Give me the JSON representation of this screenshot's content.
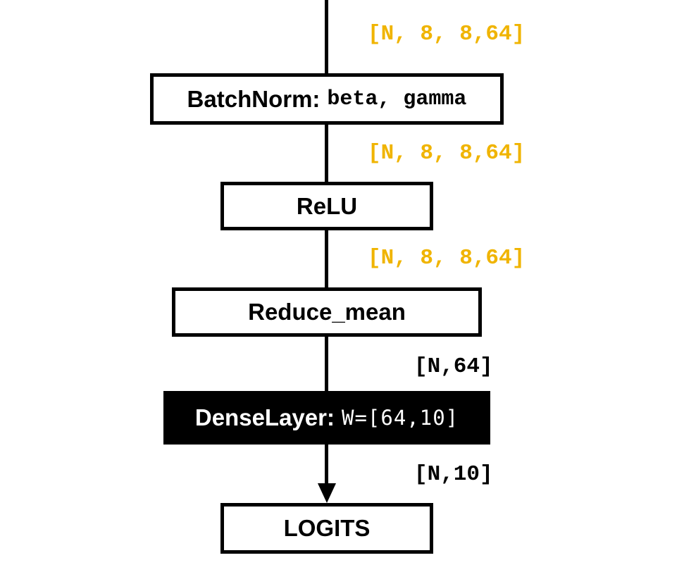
{
  "shape_label_color": "#F0B400",
  "nodes": {
    "batchnorm": {
      "label": "BatchNorm:",
      "params": "beta, gamma"
    },
    "relu": {
      "label": "ReLU"
    },
    "reduce_mean": {
      "label": "Reduce_mean"
    },
    "dense": {
      "label": "DenseLayer:",
      "params": "W=[64,10]"
    },
    "logits": {
      "label": "LOGITS"
    }
  },
  "shapes": {
    "input_to_batchnorm": "[N, 8, 8,64]",
    "batchnorm_to_relu": "[N, 8, 8,64]",
    "relu_to_reduce_mean": "[N, 8, 8,64]",
    "reduce_mean_to_dense": "[N,64]",
    "dense_to_logits": "[N,10]"
  }
}
